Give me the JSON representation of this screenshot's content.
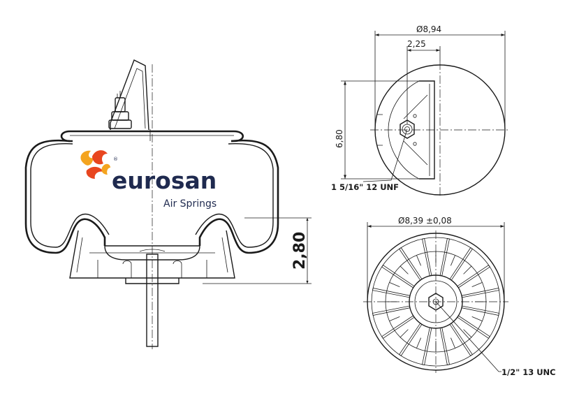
{
  "brand": {
    "name": "eurosan",
    "tagline": "Air Springs",
    "registered_mark": "®",
    "colors": {
      "flame_primary": "#e8461f",
      "flame_secondary": "#f4a41f",
      "text": "#1f2a4f"
    }
  },
  "side_view": {
    "height_dimension": "2,80"
  },
  "top_view": {
    "diameter_label": "Ø8,94",
    "offset_label": "2,25",
    "height_label": "6,80",
    "thread_callout": "1 5/16\" 12 UNF"
  },
  "bottom_view": {
    "diameter_label": "Ø8,39 ±0,08",
    "thread_callout": "1/2\" 13 UNC"
  }
}
